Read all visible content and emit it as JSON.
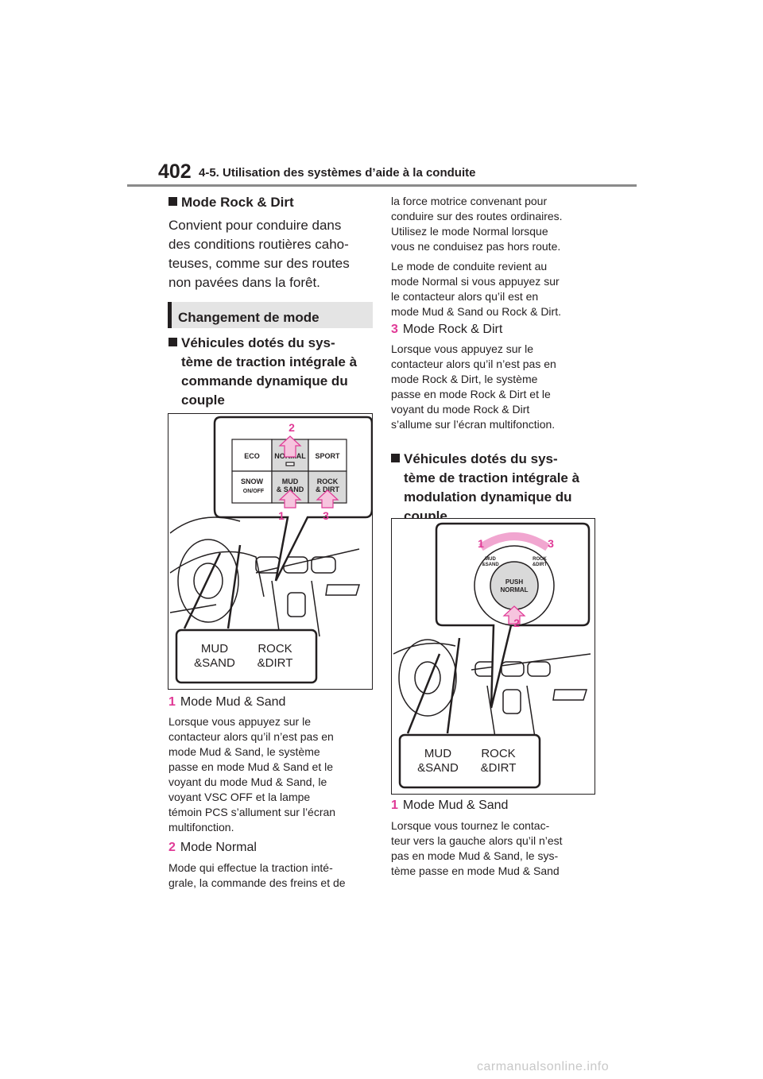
{
  "header": {
    "page_number": "402",
    "section_title": "4-5. Utilisation des systèmes d’aide à la conduite"
  },
  "left": {
    "rock_heading": "Mode Rock & Dirt",
    "rock_desc": [
      "Convient pour conduire dans",
      "des conditions routières caho-",
      "teuses, comme sur des routes",
      "non pavées dans la forêt."
    ],
    "box_title": "Changement de mode",
    "dyn_heading": [
      "Véhicules dotés du sys-",
      "tème de traction intégrale à",
      "commande dynamique du",
      "couple"
    ],
    "fig1": {
      "buttons": [
        "ECO",
        "NORMAL",
        "SPORT",
        "SNOW",
        "ON/OFF",
        "MUD",
        "& SAND",
        "ROCK",
        "& DIRT"
      ],
      "callouts": [
        "2",
        "1",
        "3"
      ],
      "display_labels": [
        "MUD",
        "&SAND",
        "ROCK",
        "&DIRT"
      ]
    },
    "item1": {
      "num": "1",
      "title": "Mode Mud & Sand"
    },
    "item1_desc": [
      "Lorsque vous appuyez sur le",
      "contacteur alors qu’il n’est pas en",
      "mode Mud & Sand, le système",
      "passe en mode Mud & Sand et le",
      "voyant du mode Mud & Sand, le",
      "voyant VSC OFF et la lampe",
      "témoin PCS s’allument sur l’écran",
      "multifonction."
    ],
    "item2": {
      "num": "2",
      "title": "Mode Normal"
    },
    "item2_desc": [
      "Mode qui effectue la traction inté-",
      "grale, la commande des freins et de"
    ]
  },
  "right": {
    "cont_desc": [
      "la force motrice convenant pour",
      "conduire sur des routes ordinaires.",
      "Utilisez le mode Normal lorsque",
      "vous ne conduisez pas hors route."
    ],
    "return_desc": [
      "Le mode de conduite revient au",
      "mode Normal si vous appuyez sur",
      "le contacteur alors qu’il est en",
      "mode Mud & Sand ou Rock & Dirt."
    ],
    "item3": {
      "num": "3",
      "title": "Mode Rock & Dirt"
    },
    "item3_desc": [
      "Lorsque vous appuyez sur le",
      "contacteur alors qu’il n’est pas en",
      "mode Rock & Dirt, le système",
      "passe en mode Rock & Dirt et le",
      "voyant du mode Rock & Dirt",
      "s’allume sur l’écran multifonction."
    ],
    "mod_heading": [
      "Véhicules dotés du sys-",
      "tème de traction intégrale à",
      "modulation dynamique du",
      "couple"
    ],
    "fig2": {
      "dial_labels": [
        "PUSH",
        "NORMAL",
        "MUD",
        "&SAND",
        "ROCK",
        "&DIRT"
      ],
      "callouts": [
        "1",
        "3",
        "2"
      ],
      "display_labels": [
        "MUD",
        "&SAND",
        "ROCK",
        "&DIRT"
      ]
    },
    "item1b": {
      "num": "1",
      "title": "Mode Mud & Sand"
    },
    "item1b_desc": [
      "Lorsque vous tournez le contac-",
      "teur vers la gauche alors qu’il n’est",
      "pas en mode Mud & Sand, le sys-",
      "tème passe en mode Mud & Sand"
    ]
  },
  "footer": {
    "watermark": "carmanualsonline.info"
  },
  "colors": {
    "accent": "#e03a96",
    "box_bg": "#e4e4e4",
    "fig_gray": "#d9d9d9"
  }
}
